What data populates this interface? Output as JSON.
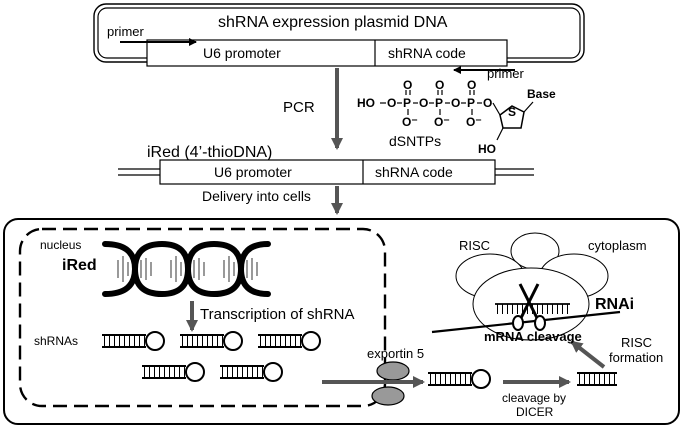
{
  "plasmid": {
    "title": "shRNA expression plasmid DNA",
    "primer_top": "primer",
    "primer_bottom": "primer",
    "promoter": "U6 promoter",
    "code": "shRNA code"
  },
  "pcr": {
    "label": "PCR"
  },
  "dsntp": {
    "ho": "HO",
    "p": "P",
    "o": "O",
    "o_minus": "O⁻",
    "base": "Base",
    "s": "S",
    "ho3": "HO",
    "name": "dSNTPs"
  },
  "ired_dna": {
    "title": "iRed (4’-thioDNA)",
    "promoter": "U6 promoter",
    "code": "shRNA code"
  },
  "delivery": {
    "label": "Delivery into cells"
  },
  "cell": {
    "nucleus_label": "nucleus",
    "ired_label": "iRed",
    "transcription_label": "Transcription of shRNA",
    "shrnas_label": "shRNAs",
    "exportin_label": "exportin 5",
    "risc_label": "RISC",
    "cytoplasm_label": "cytoplasm",
    "rnai_label": "RNAi",
    "cleavage_label": "mRNA cleavage",
    "risc_formation_line1": "RISC",
    "risc_formation_line2": "formation",
    "dicer_line1": "cleavage by",
    "dicer_line2": "DICER"
  },
  "colors": {
    "arrow": "#555555",
    "line": "#000000",
    "protein": "#999999"
  }
}
